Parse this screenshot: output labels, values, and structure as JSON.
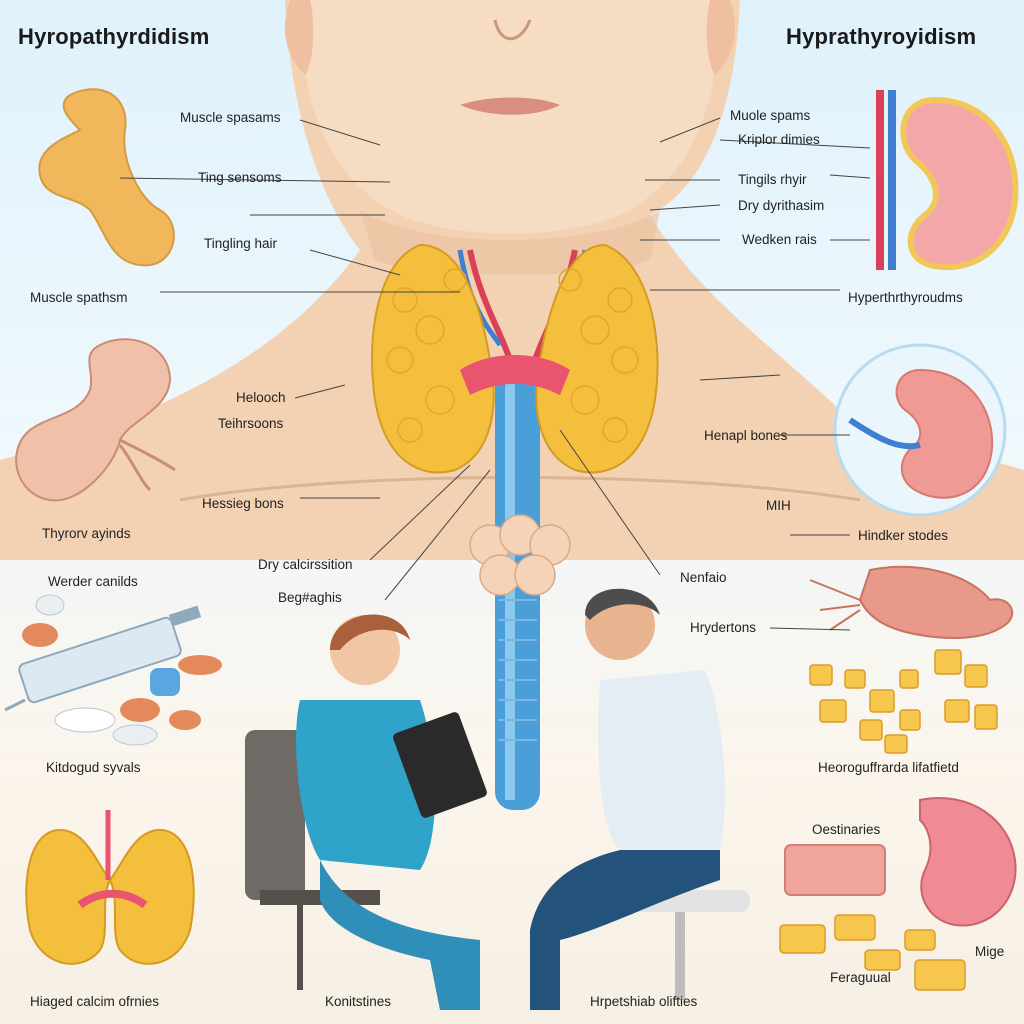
{
  "titles": {
    "left": "Hyropathyrdidism",
    "right": "Hyprathyroyidism"
  },
  "labels": {
    "muscle_spasams": "Muscle spasams",
    "ting_sensoms": "Ting sensoms",
    "tingling_hair": "Tingling hair",
    "muscle_spathsm": "Muscle spathsm",
    "helooch": "Helooch",
    "teihrsoons": "Teihrsoons",
    "hessieg_bons": "Hessieg bons",
    "thyrorv_ayinds": "Thyrorv ayinds",
    "dry_calcirssition": "Dry calcirssition",
    "beg_aghis": "Beg#aghis",
    "werder_canilds": "Werder canilds",
    "kitdogud_syvals": "Kitdogud syvals",
    "hiaged_calcim": "Hiaged calcim ofrnies",
    "konitstines": "Konitstines",
    "muole_spams": "Muole spams",
    "kriplor_dimies": "Kriplor dimies",
    "tingils_rhyir": "Tingils rhyir",
    "dry_dyrithasim": "Dry dyrithasim",
    "wedken_rais": "Wedken rais",
    "hyperthyrouds": "Hyperthrthyroudms",
    "henapl_bones": "Henapl bones",
    "mih": "MIH",
    "hindker_stodes": "Hindker stodes",
    "nenfaio": "Nenfaio",
    "hrydertons": "Hrydertons",
    "heorogu": "Heoroguffrarda lifatfietd",
    "oestinaries": "Oestinaries",
    "hrpetshiab": "Hrpetshiab olifties",
    "mige": "Mige",
    "feraguual": "Feraguual"
  },
  "colors": {
    "gland_yellow": "#f3bf3d",
    "trachea_blue": "#4a9fd8",
    "skin": "#f3d2b4",
    "scrub_teal": "#2fa3c9",
    "kidney_pink": "#e8707c"
  }
}
